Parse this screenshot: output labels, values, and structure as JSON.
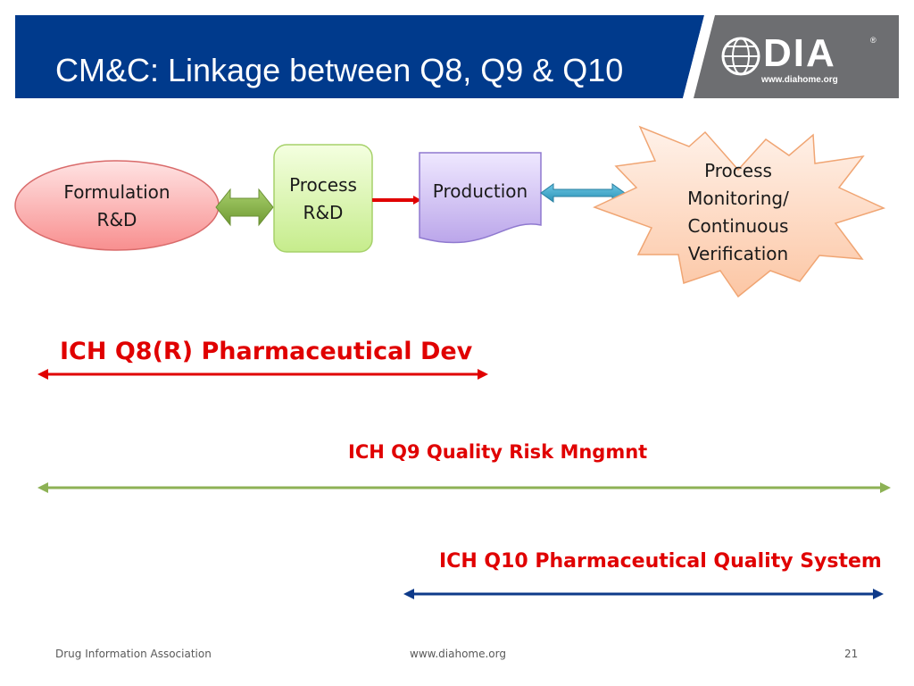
{
  "header": {
    "title": "CM&C: Linkage between Q8, Q9 & Q10",
    "logo": {
      "text": "DIA",
      "registered_mark": "®",
      "url": "www.diahome.org"
    }
  },
  "flow": {
    "formulation": "Formulation R&D",
    "process_rd": "Process R&D",
    "production": "Production",
    "monitoring": "Process Monitoring/ Continuous Verification"
  },
  "guidelines": {
    "q8": "ICH Q8(R) Pharmaceutical Dev",
    "q9": "ICH Q9 Quality Risk Mngmnt",
    "q10": "ICH Q10 Pharmaceutical Quality System"
  },
  "footer": {
    "organization": "Drug Information Association",
    "website": "www.diahome.org",
    "page_number": "21"
  },
  "colors": {
    "header_blue": "#003a8c",
    "header_gray": "#6d6e71",
    "label_red": "#e00000",
    "q8_arrow": "#e00000",
    "q9_arrow": "#8db255",
    "q10_arrow": "#0e3a8a"
  }
}
